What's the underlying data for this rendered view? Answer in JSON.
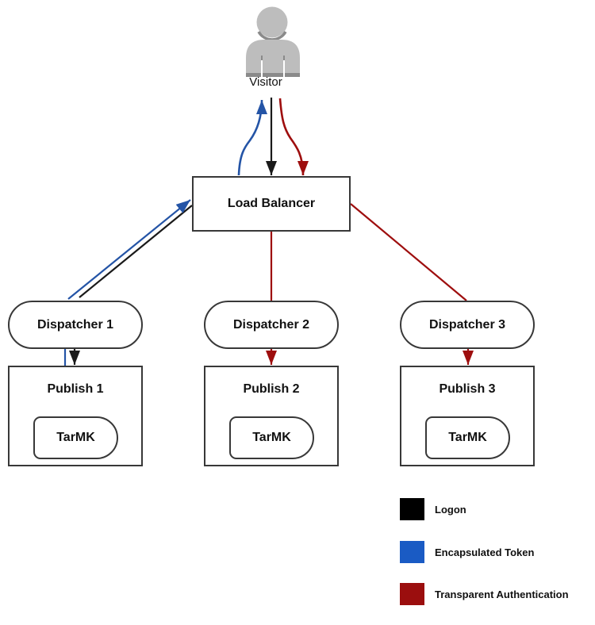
{
  "diagram": {
    "visitor": {
      "label": "Visitor"
    },
    "load_balancer": {
      "label": "Load Balancer"
    },
    "dispatchers": [
      {
        "label": "Dispatcher 1"
      },
      {
        "label": "Dispatcher 2"
      },
      {
        "label": "Dispatcher 3"
      }
    ],
    "publishers": [
      {
        "label": "Publish 1",
        "storage": "TarMK"
      },
      {
        "label": "Publish 2",
        "storage": "TarMK"
      },
      {
        "label": "Publish 3",
        "storage": "TarMK"
      }
    ],
    "legend": {
      "items": [
        {
          "label": "Logon",
          "color": "#000000"
        },
        {
          "label": "Encapsulated Token",
          "color": "#1A5BC4"
        },
        {
          "label": "Transparent Authentication",
          "color": "#9B0E0E"
        }
      ]
    },
    "colors": {
      "logon": "#1A1A1A",
      "encapsulated_token": "#2454A6",
      "transparent_authentication": "#9E0E0E"
    }
  }
}
